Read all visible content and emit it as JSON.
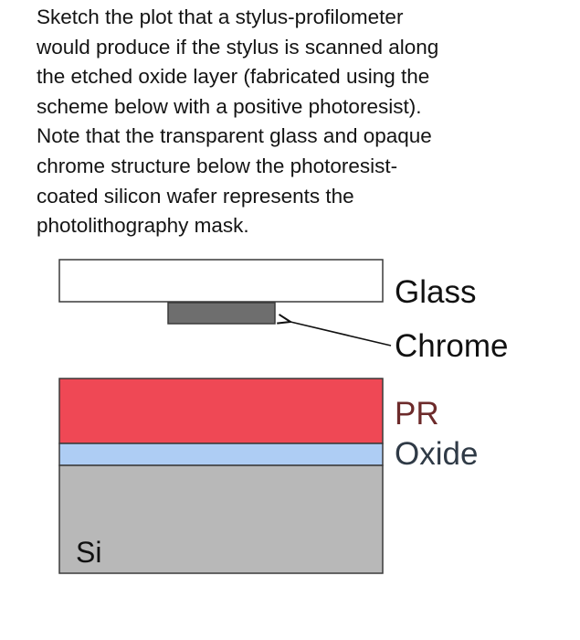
{
  "question": {
    "lines": [
      "Sketch the plot that a stylus-profilometer",
      "would produce if the stylus is scanned along",
      "the etched oxide layer (fabricated using the",
      "scheme below with a positive photoresist).",
      "Note that the transparent glass and opaque",
      "chrome structure below the photoresist-",
      "coated silicon wafer represents the",
      "photolithography mask."
    ]
  },
  "diagram": {
    "labels": {
      "glass": "Glass",
      "chrome": "Chrome",
      "pr": "PR",
      "oxide": "Oxide",
      "si": "Si"
    },
    "colors": {
      "glass": "#ffffff",
      "chrome": "#6e6e6e",
      "pr": "#ef4855",
      "oxide": "#aecdf4",
      "si": "#b8b8b8",
      "outline": "#3a3a3a"
    }
  }
}
